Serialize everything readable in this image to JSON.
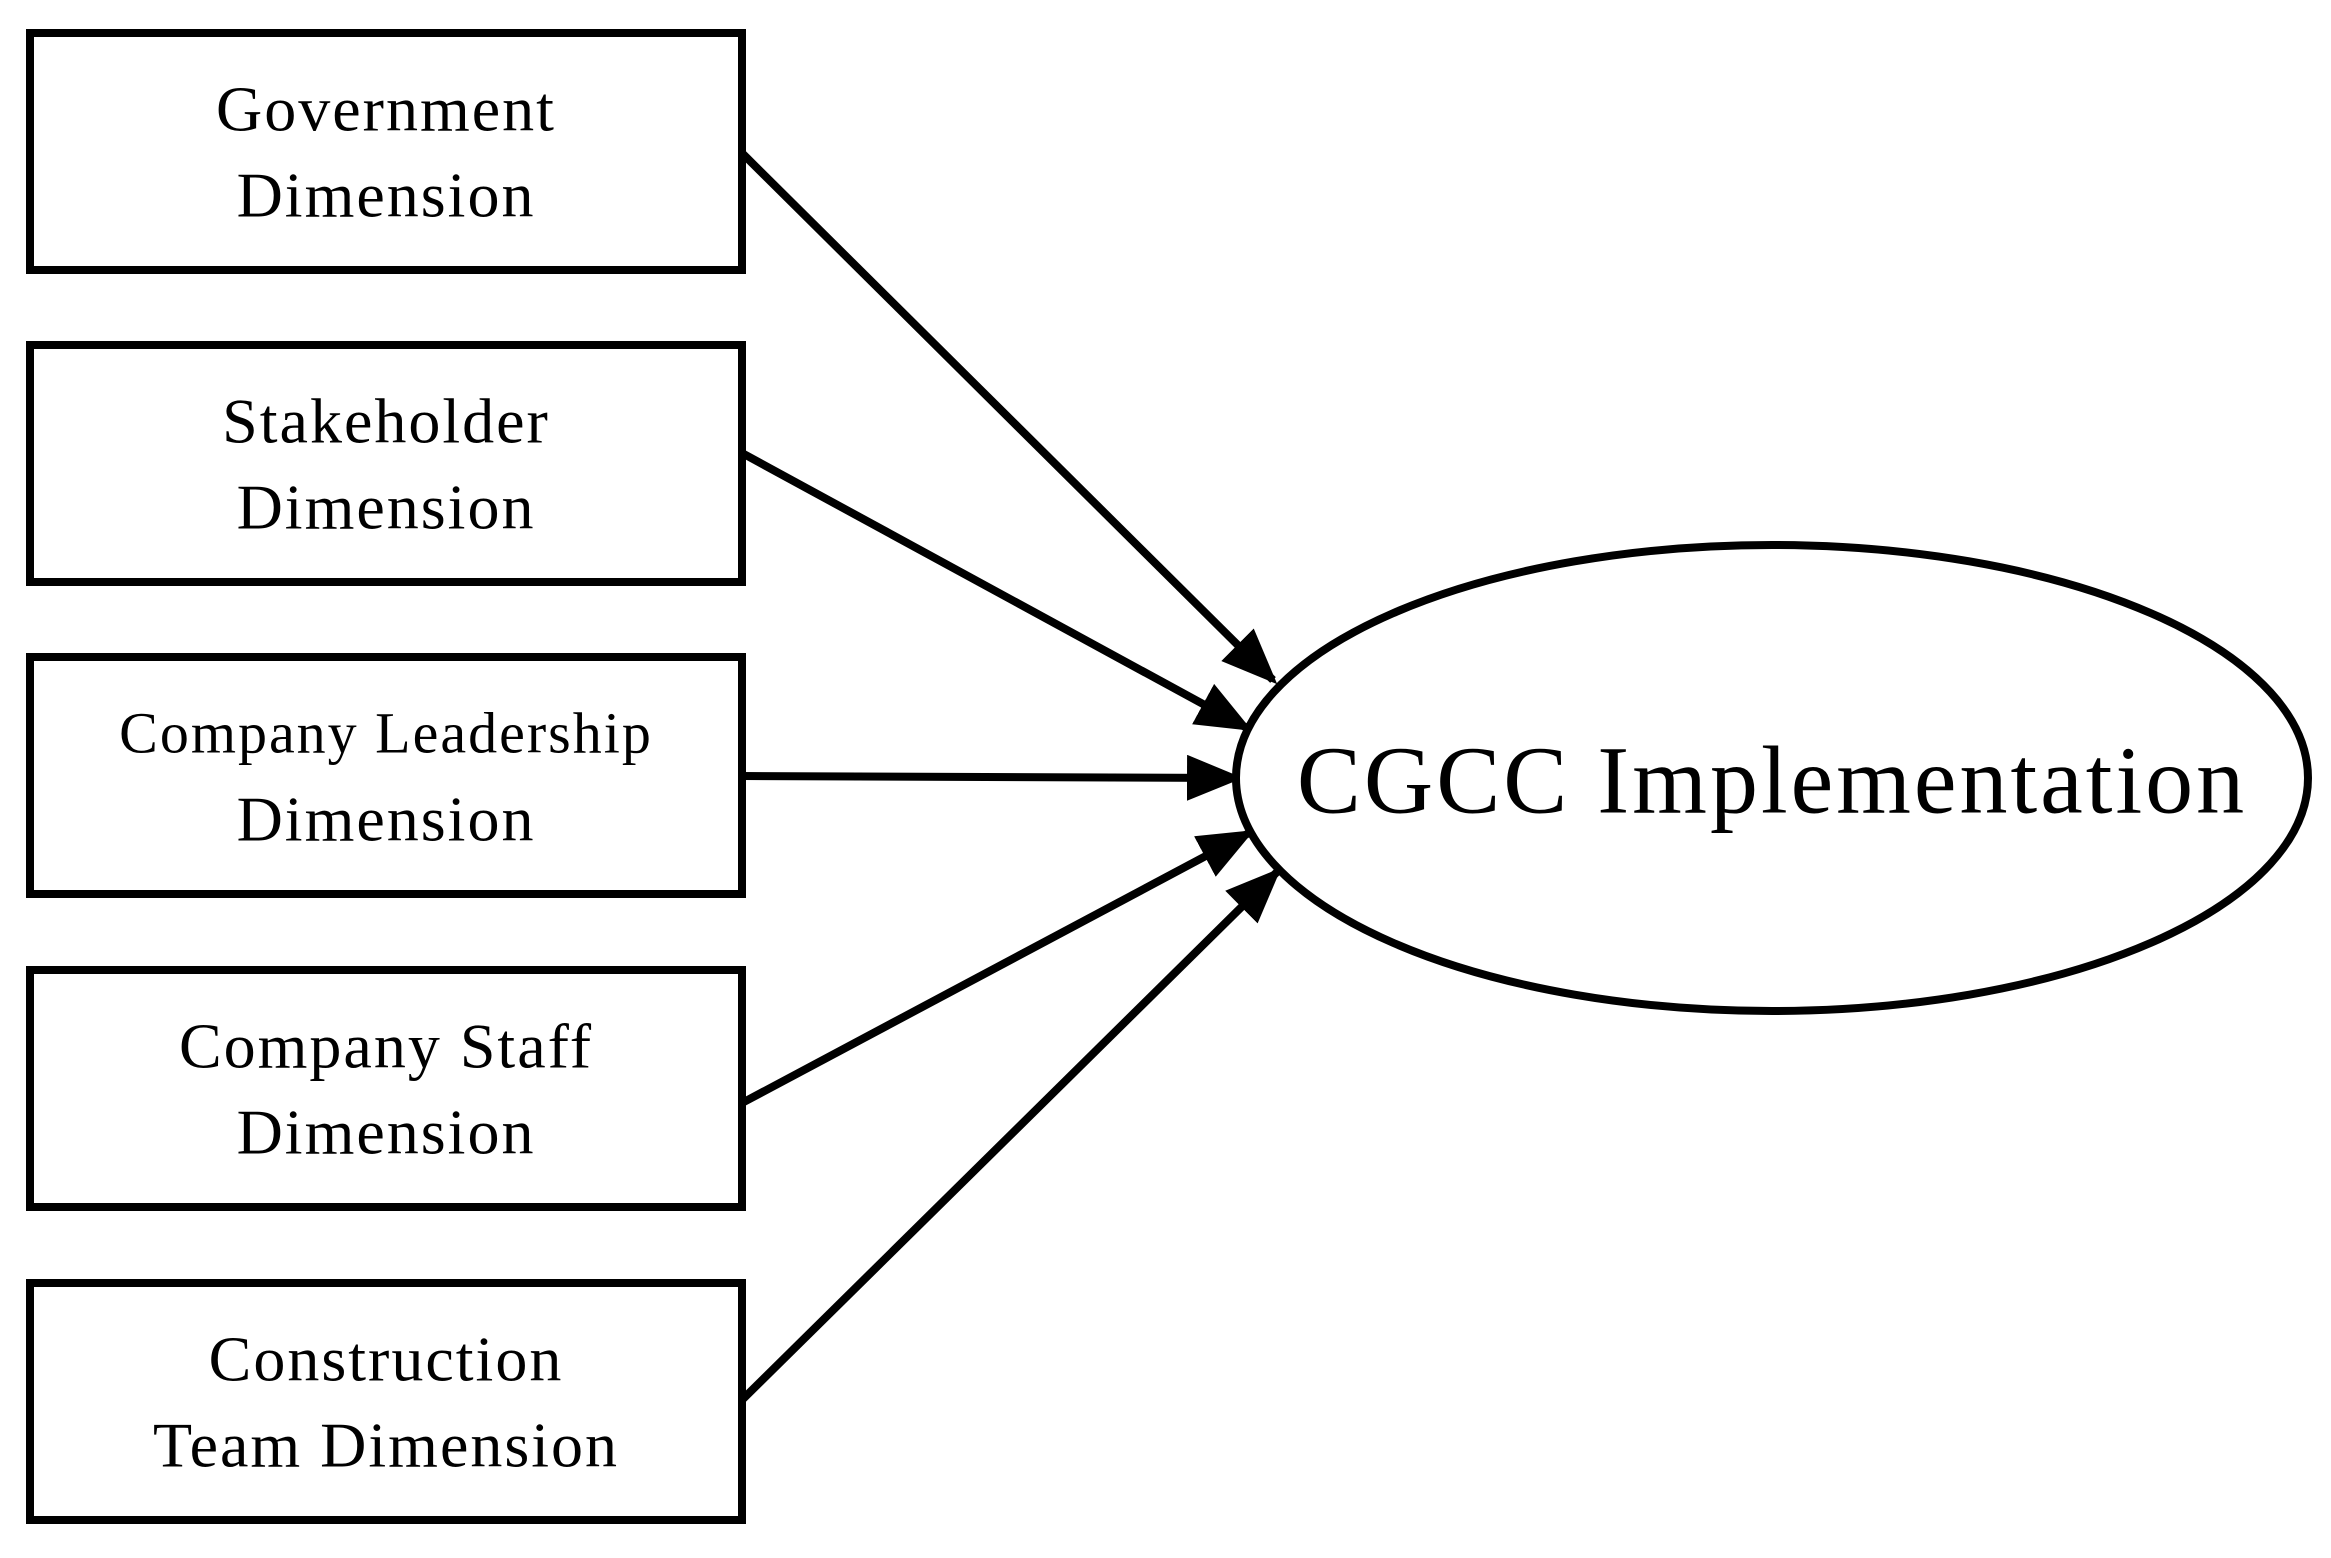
{
  "figure": {
    "background_color": "#ffffff",
    "stroke_color": "#000000",
    "boxes": [
      {
        "id": "government-dimension",
        "line1": "Government",
        "line2": "Dimension"
      },
      {
        "id": "stakeholder-dimension",
        "line1": "Stakeholder",
        "line2": "Dimension"
      },
      {
        "id": "company-leadership-dimension",
        "line1": "Company Leadership",
        "line2": "Dimension"
      },
      {
        "id": "company-staff-dimension",
        "line1": "Company Staff",
        "line2": "Dimension"
      },
      {
        "id": "construction-team-dimension",
        "line1": "Construction",
        "line2": "Team Dimension"
      }
    ],
    "ellipse": {
      "label": "CGCC Implementation"
    },
    "edges": [
      {
        "from": "Government Dimension",
        "to": "CGCC Implementation"
      },
      {
        "from": "Stakeholder Dimension",
        "to": "CGCC Implementation"
      },
      {
        "from": "Company Leadership Dimension",
        "to": "CGCC Implementation"
      },
      {
        "from": "Company Staff Dimension",
        "to": "CGCC Implementation"
      },
      {
        "from": "Construction Team Dimension",
        "to": "CGCC Implementation"
      }
    ]
  }
}
